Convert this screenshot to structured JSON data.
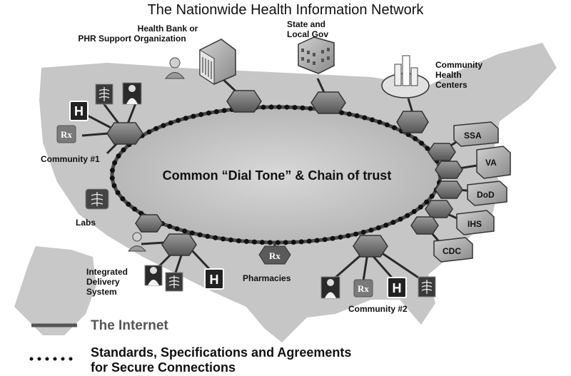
{
  "title": "The Nationwide Health Information Network",
  "center_label": "Common “Dial Tone” & Chain of trust",
  "nodes": {
    "health_bank_line1": "Health Bank or",
    "health_bank_line2": "PHR Support Organization",
    "state_gov_line1": "State and",
    "state_gov_line2": "Local Gov",
    "chc_line1": "Community",
    "chc_line2": "Health",
    "chc_line3": "Centers",
    "community1": "Community #1",
    "labs": "Labs",
    "ids_line1": "Integrated",
    "ids_line2": "Delivery",
    "ids_line3": "System",
    "pharmacies": "Pharmacies",
    "community2": "Community #2"
  },
  "agencies": [
    "SSA",
    "VA",
    "DoD",
    "IHS",
    "CDC"
  ],
  "glyphs": {
    "hospital": "H",
    "rx": "Rx"
  },
  "legend": {
    "internet": "The Internet",
    "standards_line1": "Standards, Specifications and Agreements",
    "standards_line2": "for Secure Connections"
  }
}
